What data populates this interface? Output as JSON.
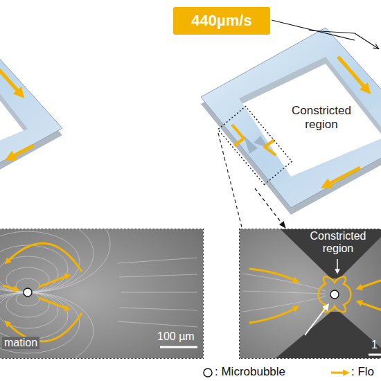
{
  "diagram": {
    "nodes": [
      {
        "text": [
          "440µm/s"
        ]
      },
      {
        "text": [
          "Constricted region"
        ]
      },
      {
        "text": [
          "mation",
          "100 µm"
        ]
      },
      {
        "text": [
          "Constricted region",
          "1"
        ]
      }
    ],
    "edges": [
      {
        "from": 1,
        "to": 3,
        "arrow": "to"
      }
    ],
    "legend": [
      {
        "text": ": Microbubble"
      },
      {
        "text": ": Flo"
      }
    ]
  }
}
